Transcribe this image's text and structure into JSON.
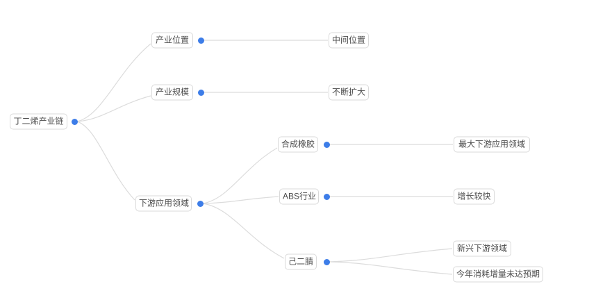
{
  "canvas": {
    "background": "#ffffff"
  },
  "colors": {
    "node_border": "#d9d9d9",
    "node_text": "#4d4d4d",
    "connector": "#dcdcdc",
    "dot": "#3d7de8"
  },
  "mindmap": {
    "root": {
      "label": "丁二烯产业链"
    },
    "branches": [
      {
        "label": "产业位置",
        "children": [
          {
            "label": "中间位置"
          }
        ]
      },
      {
        "label": "产业规模",
        "children": [
          {
            "label": "不断扩大"
          }
        ]
      },
      {
        "label": "下游应用领域",
        "children": [
          {
            "label": "合成橡胶",
            "children": [
              {
                "label": "最大下游应用领域"
              }
            ]
          },
          {
            "label": "ABS行业",
            "children": [
              {
                "label": "增长较快"
              }
            ]
          },
          {
            "label": "己二腈",
            "children": [
              {
                "label": "新兴下游领域"
              },
              {
                "label": "今年消耗增量未达预期"
              }
            ]
          }
        ]
      }
    ]
  }
}
